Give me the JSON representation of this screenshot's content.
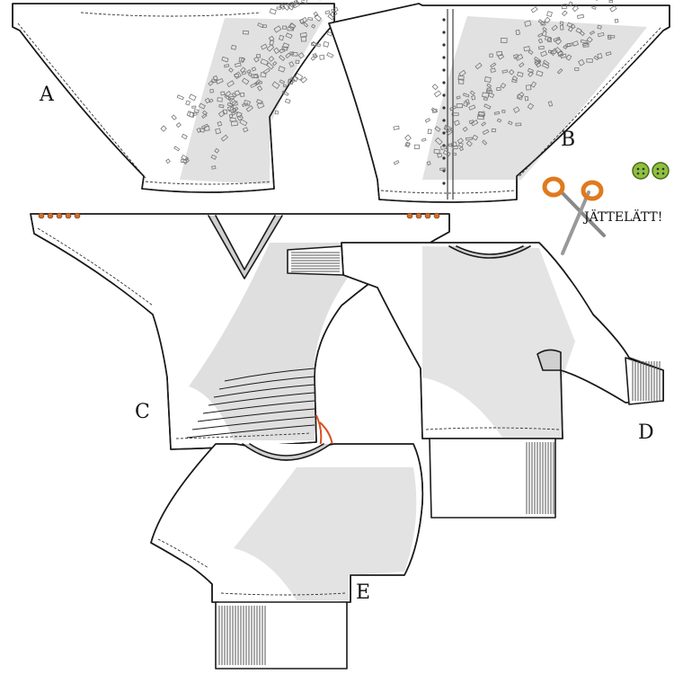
{
  "labels": {
    "a": "A",
    "b": "B",
    "c": "C",
    "d": "D",
    "e": "E"
  },
  "caption": "JÄTTELÄTT!",
  "colors": {
    "line": "#1a1a1a",
    "shade": "#d9d9d9",
    "scissors_handle": "#e07a1e",
    "button": "#8fbf3f",
    "cord": "#d9501e"
  },
  "icons": {
    "scissors": "scissors-icon",
    "buttons": "buttons-icon"
  }
}
